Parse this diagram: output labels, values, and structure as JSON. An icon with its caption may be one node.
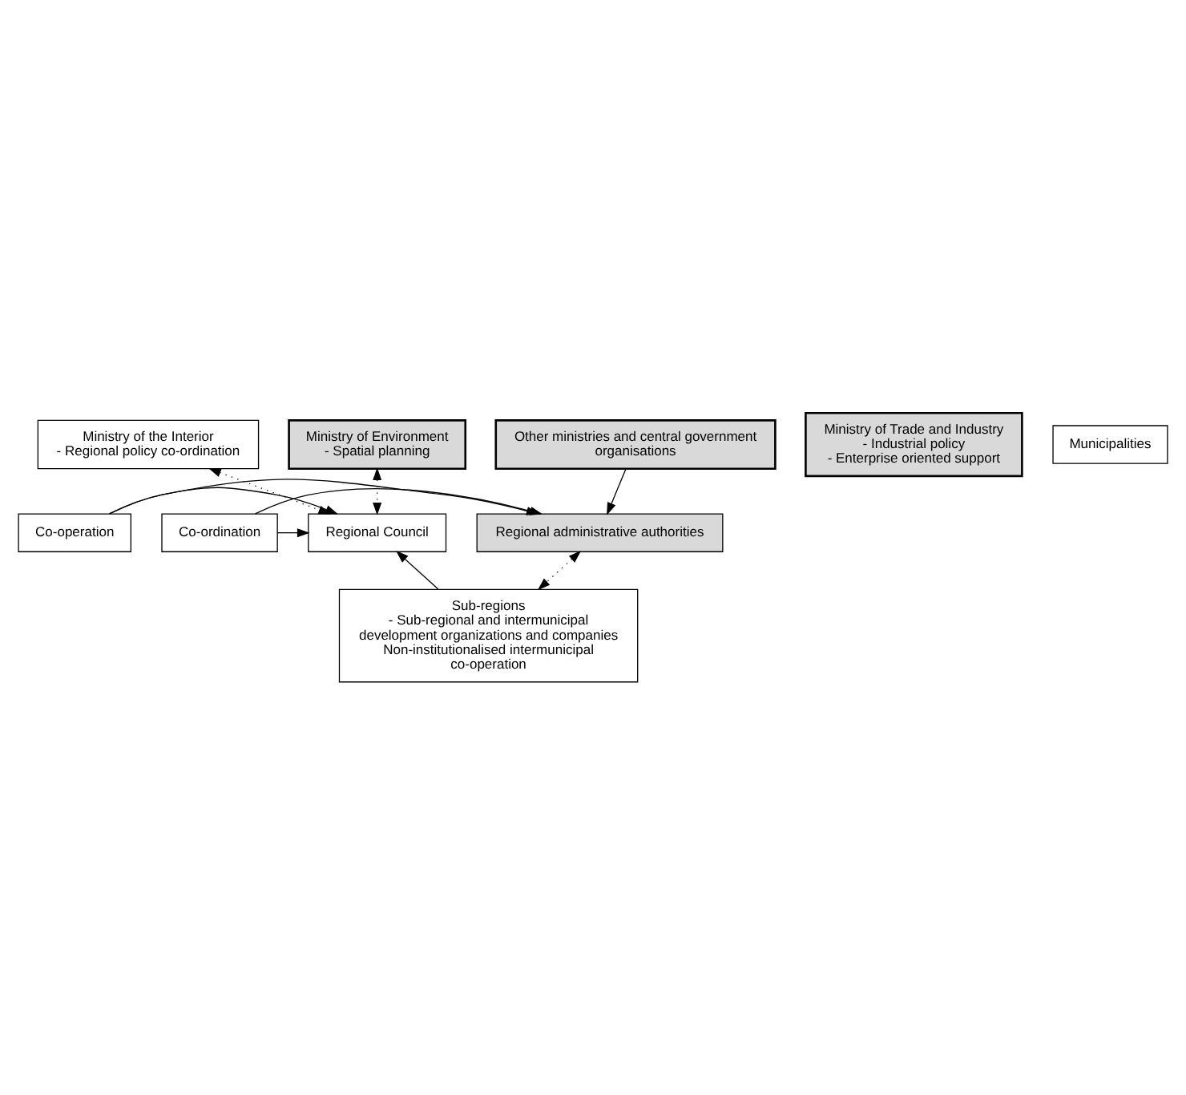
{
  "diagram": {
    "nodes": [
      {
        "text": [
          "Ministry of the Interior",
          "- Regional policy co-ordination"
        ]
      },
      {
        "text": [
          "Ministry of Trade and Industry",
          "- Industrial policy",
          "- Enterprise oriented support"
        ]
      },
      {
        "text": [
          "Ministry of Environment",
          "- Spatial planning"
        ]
      },
      {
        "text": [
          "Other ministries and central government organisations"
        ]
      },
      {
        "text": [
          "Regional Council"
        ]
      },
      {
        "text": [
          "Co-operation"
        ]
      },
      {
        "text": [
          "Regional administrative authorities"
        ]
      },
      {
        "text": [
          "Co-ordination"
        ]
      },
      {
        "text": [
          "Sub-regions",
          "- Sub-regional and intermunicipal development organizations and companies",
          "Non-institutionalised intermunicipal co-operation"
        ]
      },
      {
        "text": [
          "Municipalities"
        ]
      }
    ],
    "edges": [
      {
        "from": 0,
        "to": 4,
        "arrow": "both",
        "style": "dashed"
      },
      {
        "from": 2,
        "to": 4,
        "arrow": "both",
        "style": "dashed"
      },
      {
        "from": 3,
        "to": 6,
        "arrow": "to"
      },
      {
        "from": 5,
        "to": 4,
        "arrow": "to"
      },
      {
        "from": 5,
        "to": 6,
        "arrow": "to"
      },
      {
        "from": 7,
        "to": 4,
        "arrow": "to"
      },
      {
        "from": 7,
        "to": 6,
        "arrow": "to"
      },
      {
        "from": 6,
        "to": 8,
        "arrow": "both",
        "style": "dashed"
      },
      {
        "from": 8,
        "to": 4,
        "arrow": "to"
      }
    ]
  }
}
